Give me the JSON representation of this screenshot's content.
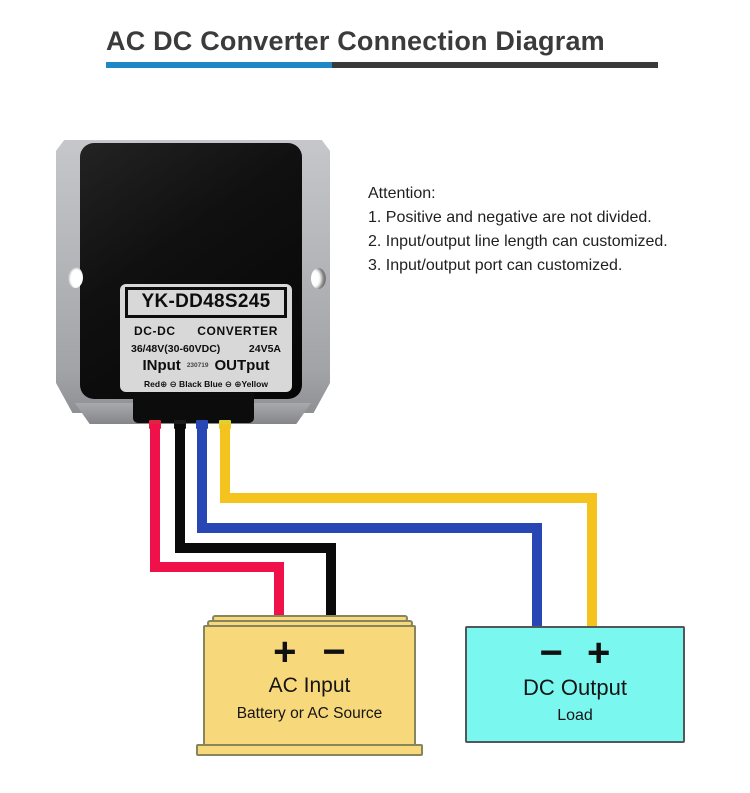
{
  "title": {
    "text": "AC DC Converter Connection Diagram"
  },
  "attention": {
    "heading": "Attention:",
    "items": [
      "1. Positive and negative are not divided.",
      "2. Input/output line length can customized.",
      "3. Input/output port can customized."
    ]
  },
  "converter": {
    "model": "YK-DD48S245",
    "line2_left": "DC-DC",
    "line2_right": "CONVERTER",
    "line3_left": "36/48V(30-60VDC)",
    "line3_right": "24V5A",
    "line4_left": "INput",
    "line4_code": "230719",
    "line4_right": "OUTput",
    "polarity": "Red⊕ ⊖ Black Blue ⊖ ⊕Yellow"
  },
  "ac_box": {
    "plus": "+",
    "minus": "−",
    "title": "AC Input",
    "subtitle": "Battery or AC Source"
  },
  "dc_box": {
    "minus": "−",
    "plus": "+",
    "title": "DC Output",
    "subtitle": "Load"
  },
  "colors": {
    "accent_blue": "#1E87C5",
    "underline_dark": "#3A3A3A",
    "title_color": "#3B3B3B",
    "text_color": "#1F1F1F",
    "wire_red": "#F0104A",
    "wire_black": "#0A0A0A",
    "wire_blue": "#2847B5",
    "wire_yellow": "#F5C31D",
    "ac_fill": "#F7D87B",
    "ac_border": "#85855E",
    "dc_fill": "#7AF7EF",
    "dc_border": "#50585C"
  }
}
